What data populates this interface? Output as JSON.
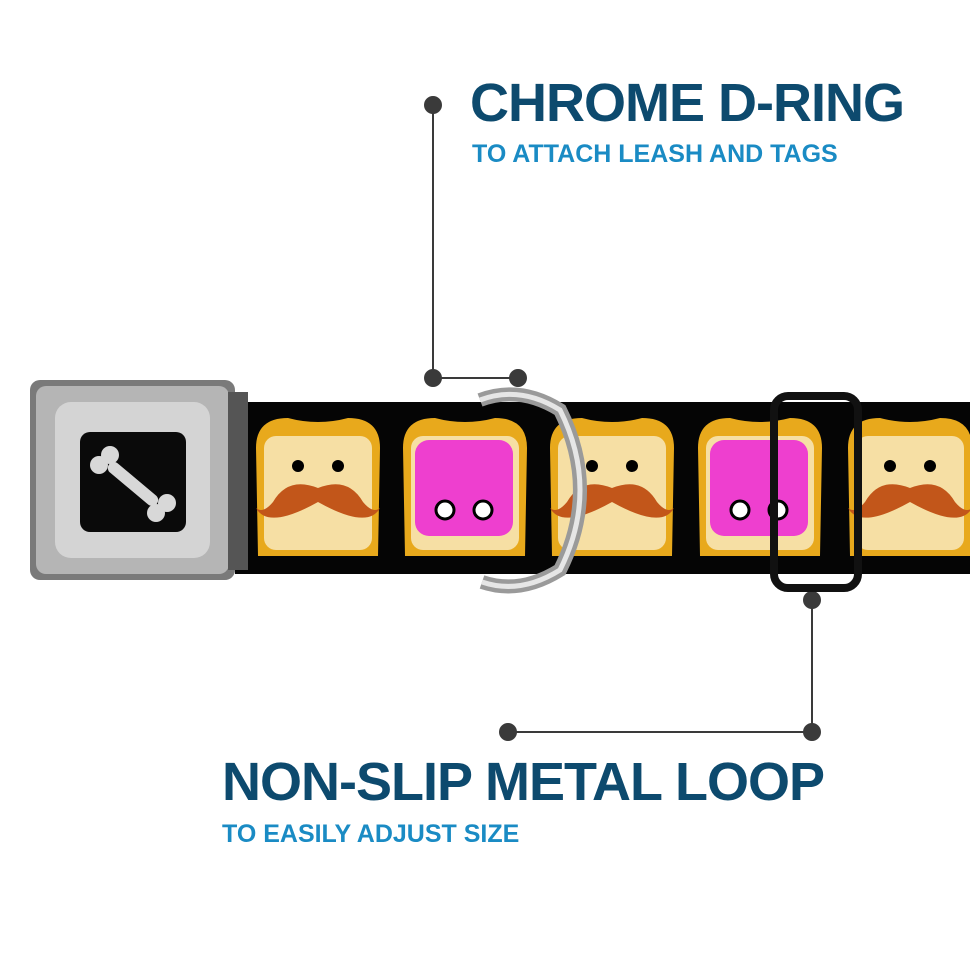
{
  "callouts": {
    "d_ring": {
      "title": "CHROME D-RING",
      "subtitle": "TO ATTACH LEASH AND TAGS"
    },
    "loop": {
      "title": "NON-SLIP METAL LOOP",
      "subtitle": "TO EASILY ADJUST SIZE"
    }
  },
  "product": {
    "buckle_icon": "bone-icon",
    "pattern": [
      "mustache-toast",
      "jelly-toast",
      "mustache-toast",
      "jelly-toast",
      "mustache-toast"
    ]
  },
  "colors": {
    "title": "#0d4a6e",
    "subtitle": "#1a8bc4",
    "strap": "#000000",
    "toast": "#f6dfa4",
    "crust": "#e8a91c",
    "jelly": "#ee3fcf",
    "mustache": "#c2561a"
  }
}
